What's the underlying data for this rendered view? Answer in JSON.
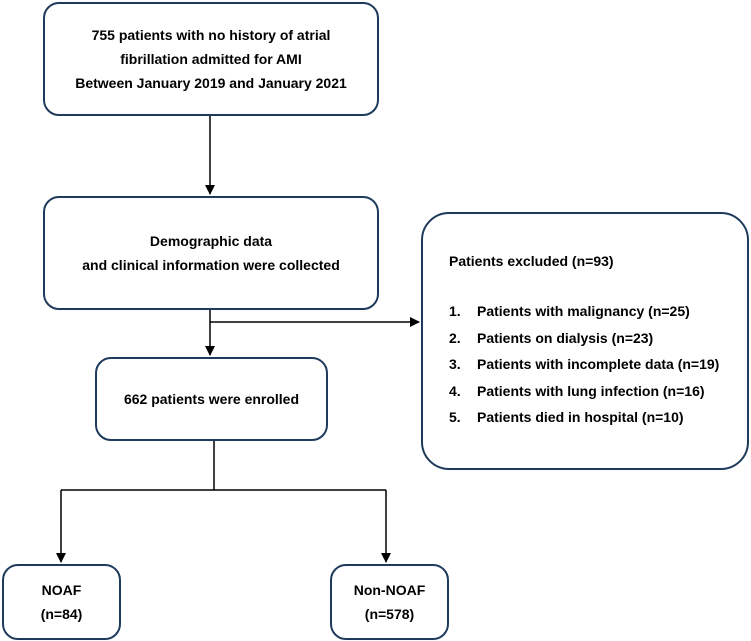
{
  "top_box": {
    "lines": [
      "755 patients with no history of atrial",
      "fibrillation admitted for AMI",
      "Between January 2019 and January 2021"
    ]
  },
  "demographic_box": {
    "lines": [
      "Demographic data",
      "and clinical information were collected"
    ]
  },
  "enrolled_box": {
    "text": "662 patients were enrolled"
  },
  "excluded_box": {
    "title": "Patients excluded (n=93)",
    "items": [
      {
        "num": "1.",
        "label": "Patients with malignancy (n=25)"
      },
      {
        "num": "2.",
        "label": "Patients on dialysis (n=23)"
      },
      {
        "num": "3.",
        "label": "Patients with incomplete data (n=19)"
      },
      {
        "num": "4.",
        "label": "Patients with lung infection (n=16)"
      },
      {
        "num": "5.",
        "label": "Patients died in hospital (n=10)"
      }
    ]
  },
  "noaf_box": {
    "name": "NOAF",
    "count": "(n=84)"
  },
  "nonnoaf_box": {
    "name": "Non-NOAF",
    "count": "(n=578)"
  },
  "colors": {
    "box_border": "#1f3b5c",
    "connector": "#000000",
    "text": "#000000"
  }
}
